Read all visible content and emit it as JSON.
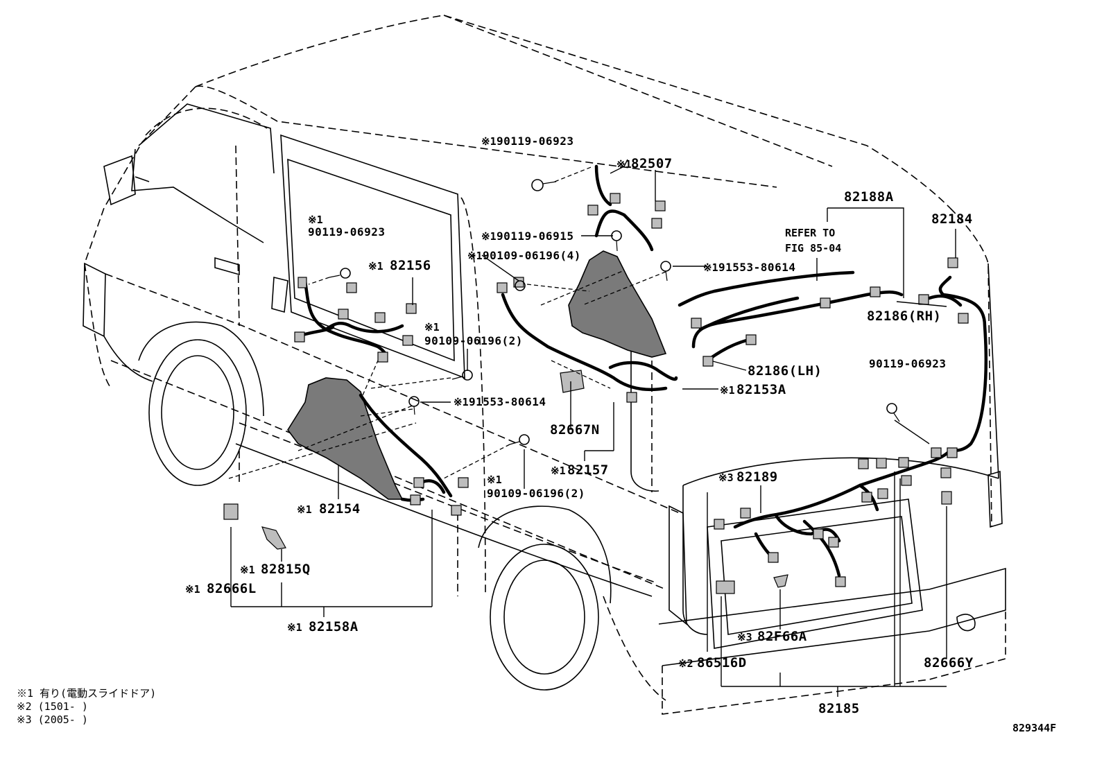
{
  "labels": {
    "l_90119_06923_top": "90119-06923",
    "l_82507": "82507",
    "l_82188A": "82188A",
    "l_refer_1": "REFER TO",
    "l_refer_2": "FIG 85-04",
    "l_82184": "82184",
    "l_90119_06923_left": "90119-06923",
    "l_82156": "82156",
    "l_90119_06915": "90119-06915",
    "l_90109_06196_4": "90109-06196(4)",
    "l_91553_80614_top": "91553-80614",
    "l_82186RH": "82186(RH)",
    "l_90109_06196_2a": "90109-06196(2)",
    "l_82186LH": "82186(LH)",
    "l_90119_06923_right": "90119-06923",
    "l_82153A": "82153A",
    "l_91553_80614_mid": "91553-80614",
    "l_82667N": "82667N",
    "l_82157": "82157",
    "l_82189": "82189",
    "l_90109_06196_2b": "90109-06196(2)",
    "l_82154": "82154",
    "l_82815Q": "82815Q",
    "l_82666L": "82666L",
    "l_82158A": "82158A",
    "l_82F66A": "82F66A",
    "l_86516D": "86516D",
    "l_82666Y": "82666Y",
    "l_82185": "82185"
  },
  "marks": {
    "m1": "※1",
    "m2": "※2",
    "m3": "※3"
  },
  "legend": {
    "n1": "※1 有り(電動スライドドア)",
    "n2": "※2 (1501-      )",
    "n3": "※3 (2005-      )"
  },
  "figure_id": "829344F"
}
